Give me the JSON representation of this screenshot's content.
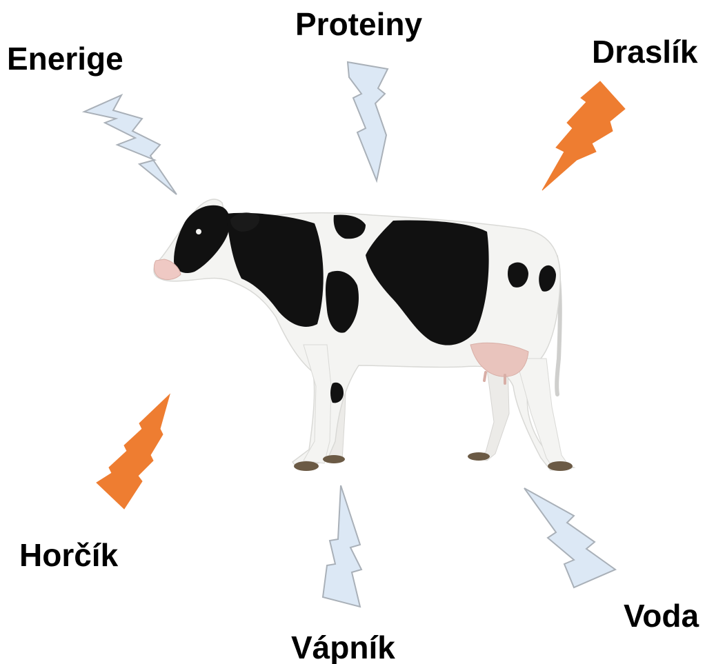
{
  "nutrients": {
    "energie": {
      "label": "Enerige",
      "status": "ok"
    },
    "proteiny": {
      "label": "Proteiny",
      "status": "ok"
    },
    "draslik": {
      "label": "Draslík",
      "status": "deficient"
    },
    "horcik": {
      "label": "Horčík",
      "status": "deficient"
    },
    "vapnik": {
      "label": "Vápník",
      "status": "ok"
    },
    "voda": {
      "label": "Voda",
      "status": "ok"
    }
  },
  "colors": {
    "ok_fill": "#dce8f5",
    "ok_stroke": "#a9b0b8",
    "deficient_fill": "#ee7d31",
    "cow_black": "#111111",
    "cow_white": "#f4f4f2",
    "udder": "#e9c4bd"
  },
  "icons": {
    "bolt": "lightning-bolt-icon",
    "animal": "cow-illustration"
  }
}
